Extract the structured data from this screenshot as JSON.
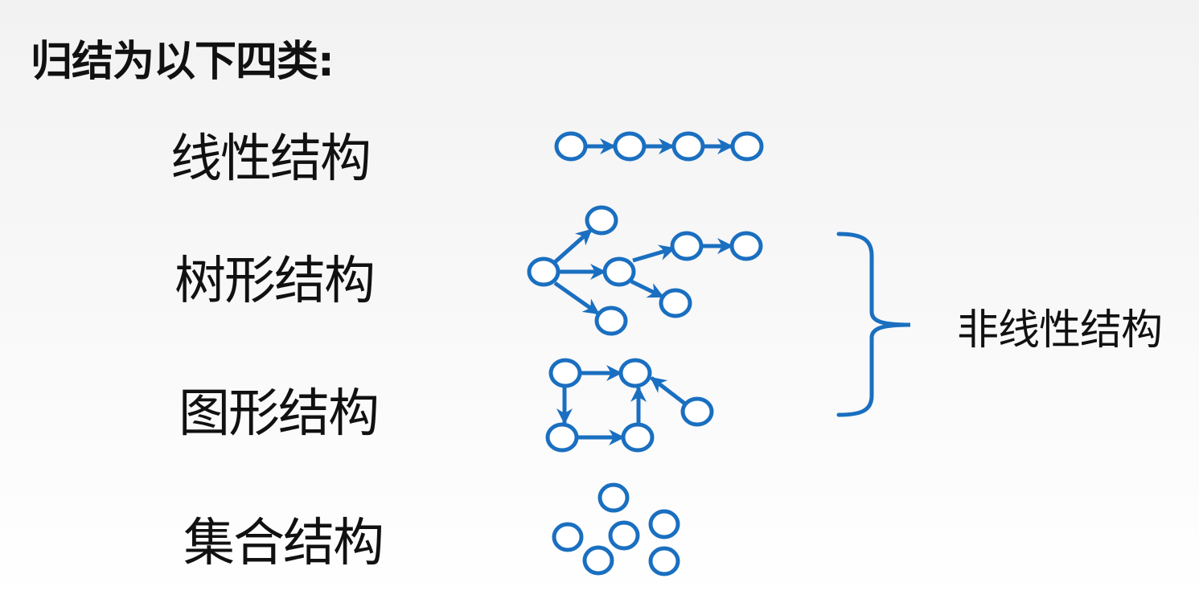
{
  "heading": "归结为以下四类:",
  "categories": {
    "linear": "线性结构",
    "tree": "树形结构",
    "graph": "图形结构",
    "set": "集合结构"
  },
  "group_label": "非线性结构",
  "colors": {
    "accent": "#1a6fc0",
    "text": "#111111"
  }
}
